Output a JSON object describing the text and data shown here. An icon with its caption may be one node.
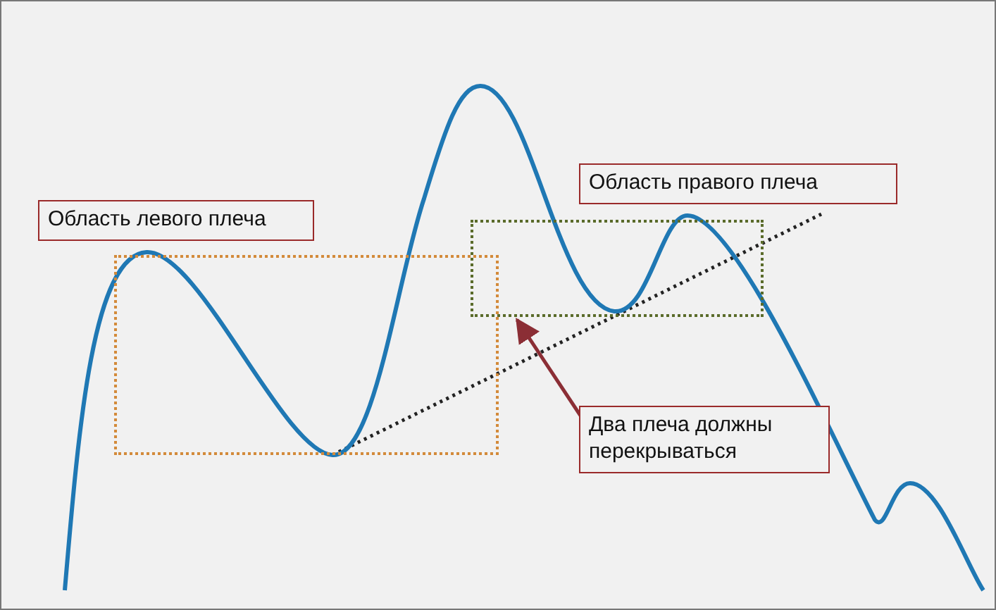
{
  "diagram": {
    "nodes": [
      {
        "text": [
          "Область левого плеча"
        ]
      },
      {
        "text": [
          "Область правого плеча"
        ]
      },
      {
        "text": [
          "Два плеча должны перекрываться"
        ]
      },
      {
        "text": [],
        "shape": "box"
      },
      {
        "text": [],
        "shape": "box"
      }
    ],
    "edges": [
      {
        "from": 2,
        "to": 4,
        "arrow": "to",
        "color": "#8b2e35"
      }
    ]
  }
}
